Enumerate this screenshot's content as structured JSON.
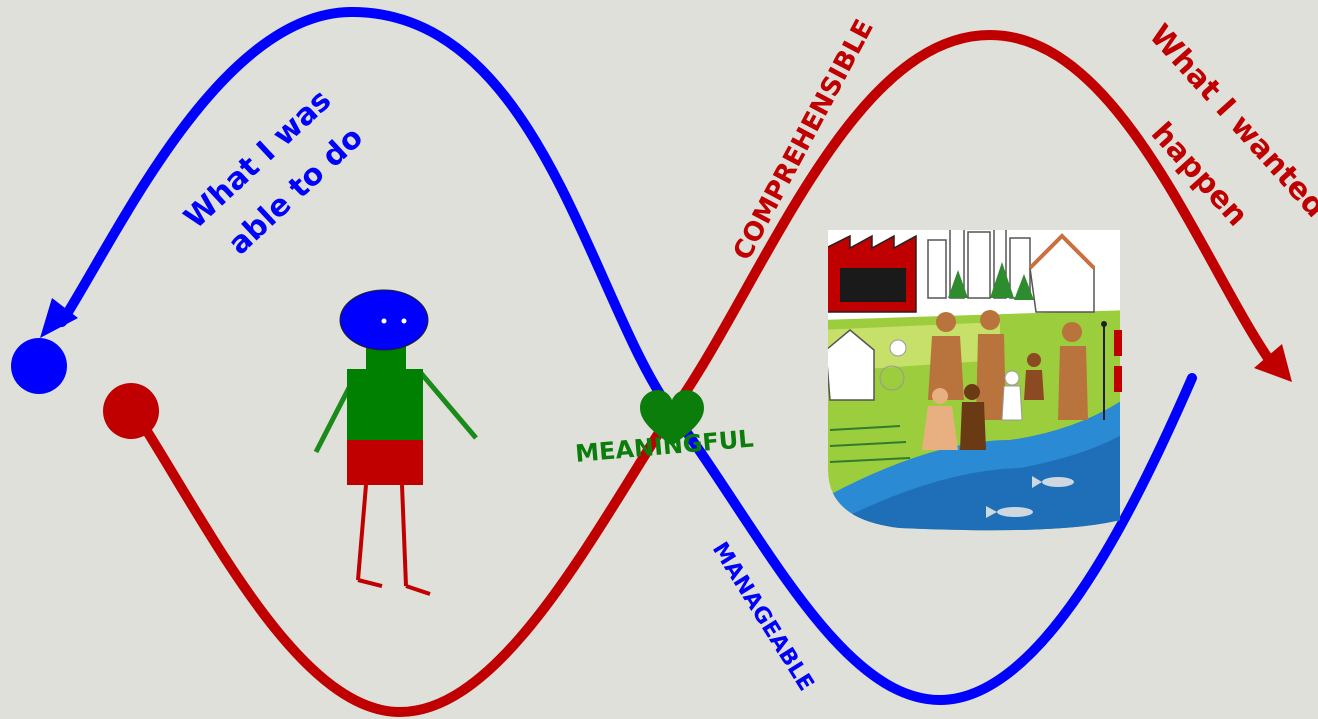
{
  "colors": {
    "background": "#e0e0da",
    "blue": "#0000ff",
    "red": "#c00000",
    "green": "#0a7d0a",
    "figure_head": "#0000ff",
    "figure_body": "#008000",
    "figure_shorts": "#c00000",
    "figure_limbs_arms": "#1a8a1a",
    "figure_limbs_legs": "#c00000"
  },
  "labels": {
    "able_line1": "What I was",
    "able_line2": "able to do",
    "wanted_line1": "What I wanted to",
    "wanted_line2": "happen",
    "comprehensible": "COMPREHENSIBLE",
    "meaningful": "MEANINGFUL",
    "manageable": "MANAGEABLE"
  },
  "icons": {
    "heart": "heart-icon",
    "person": "stick-figure-person",
    "community": "community-landscape-illustration"
  }
}
